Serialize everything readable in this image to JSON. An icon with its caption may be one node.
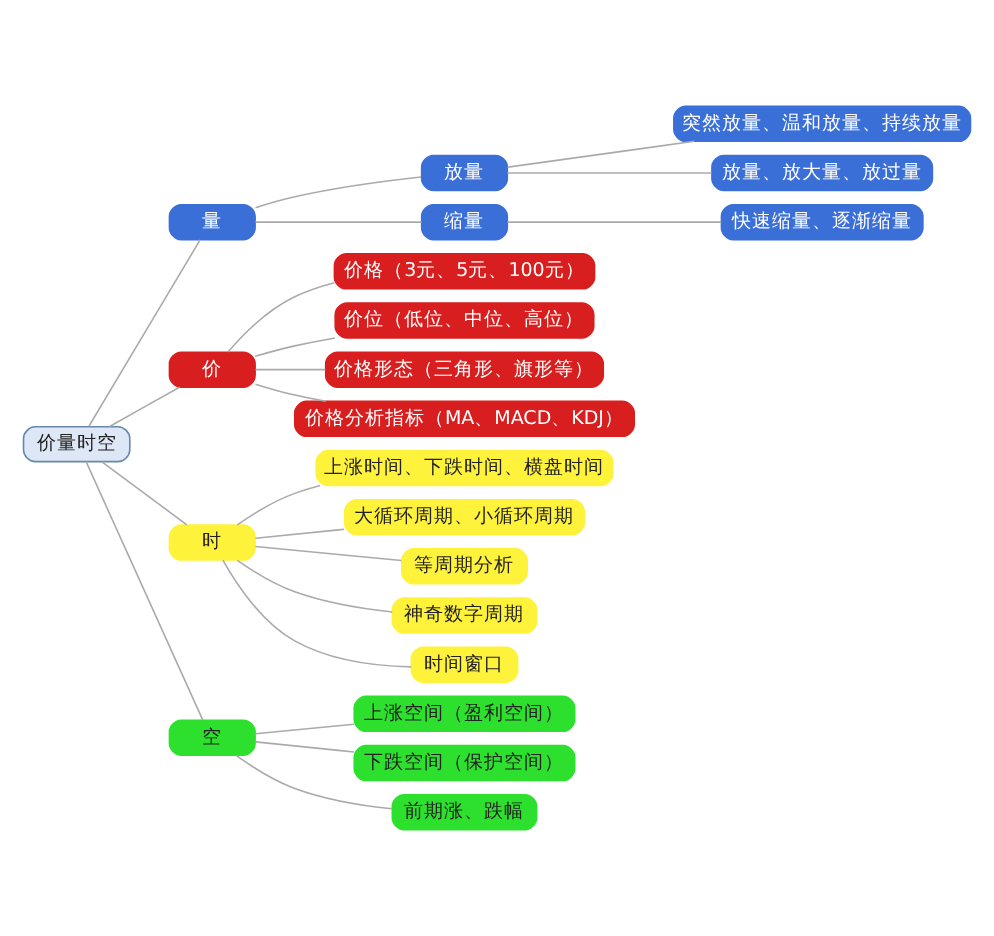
{
  "diagram": {
    "nodes": [
      {
        "text": [
          "价量时空"
        ]
      },
      {
        "text": [
          "量"
        ]
      },
      {
        "text": [
          "放量"
        ]
      },
      {
        "text": [
          "突然放量、温和放量、持续放量"
        ]
      },
      {
        "text": [
          "放量、放大量、放过量"
        ]
      },
      {
        "text": [
          "缩量"
        ]
      },
      {
        "text": [
          "快速缩量、逐渐缩量"
        ]
      },
      {
        "text": [
          "价"
        ]
      },
      {
        "text": [
          "价格（3元、5元、100元）"
        ]
      },
      {
        "text": [
          "价位（低位、中位、高位）"
        ]
      },
      {
        "text": [
          "价格形态（三角形、旗形等）"
        ]
      },
      {
        "text": [
          "价格分析指标（MA、MACD、KDJ）"
        ]
      },
      {
        "text": [
          "时"
        ]
      },
      {
        "text": [
          "上涨时间、下跌时间、横盘时间"
        ]
      },
      {
        "text": [
          "大循环周期、小循环周期"
        ]
      },
      {
        "text": [
          "等周期分析"
        ]
      },
      {
        "text": [
          "神奇数字周期"
        ]
      },
      {
        "text": [
          "时间窗口"
        ]
      },
      {
        "text": [
          "空"
        ]
      },
      {
        "text": [
          "上涨空间（盈利空间）"
        ]
      },
      {
        "text": [
          "下跌空间（保护空间）"
        ]
      },
      {
        "text": [
          "前期涨、跌幅"
        ]
      }
    ],
    "edges": [
      {
        "from": 0,
        "to": 1,
        "arrow": "none"
      },
      {
        "from": 1,
        "to": 2,
        "arrow": "none"
      },
      {
        "from": 2,
        "to": 3,
        "arrow": "none"
      },
      {
        "from": 2,
        "to": 4,
        "arrow": "none"
      },
      {
        "from": 1,
        "to": 5,
        "arrow": "none"
      },
      {
        "from": 5,
        "to": 6,
        "arrow": "none"
      },
      {
        "from": 0,
        "to": 7,
        "arrow": "none"
      },
      {
        "from": 7,
        "to": 8,
        "arrow": "none"
      },
      {
        "from": 7,
        "to": 9,
        "arrow": "none"
      },
      {
        "from": 7,
        "to": 10,
        "arrow": "none"
      },
      {
        "from": 7,
        "to": 11,
        "arrow": "none"
      },
      {
        "from": 0,
        "to": 12,
        "arrow": "none"
      },
      {
        "from": 12,
        "to": 13,
        "arrow": "none"
      },
      {
        "from": 12,
        "to": 14,
        "arrow": "none"
      },
      {
        "from": 12,
        "to": 15,
        "arrow": "none"
      },
      {
        "from": 12,
        "to": 16,
        "arrow": "none"
      },
      {
        "from": 12,
        "to": 17,
        "arrow": "none"
      },
      {
        "from": 0,
        "to": 18,
        "arrow": "none"
      },
      {
        "from": 18,
        "to": 19,
        "arrow": "none"
      },
      {
        "from": 18,
        "to": 20,
        "arrow": "none"
      },
      {
        "from": 18,
        "to": 21,
        "arrow": "none"
      }
    ]
  }
}
